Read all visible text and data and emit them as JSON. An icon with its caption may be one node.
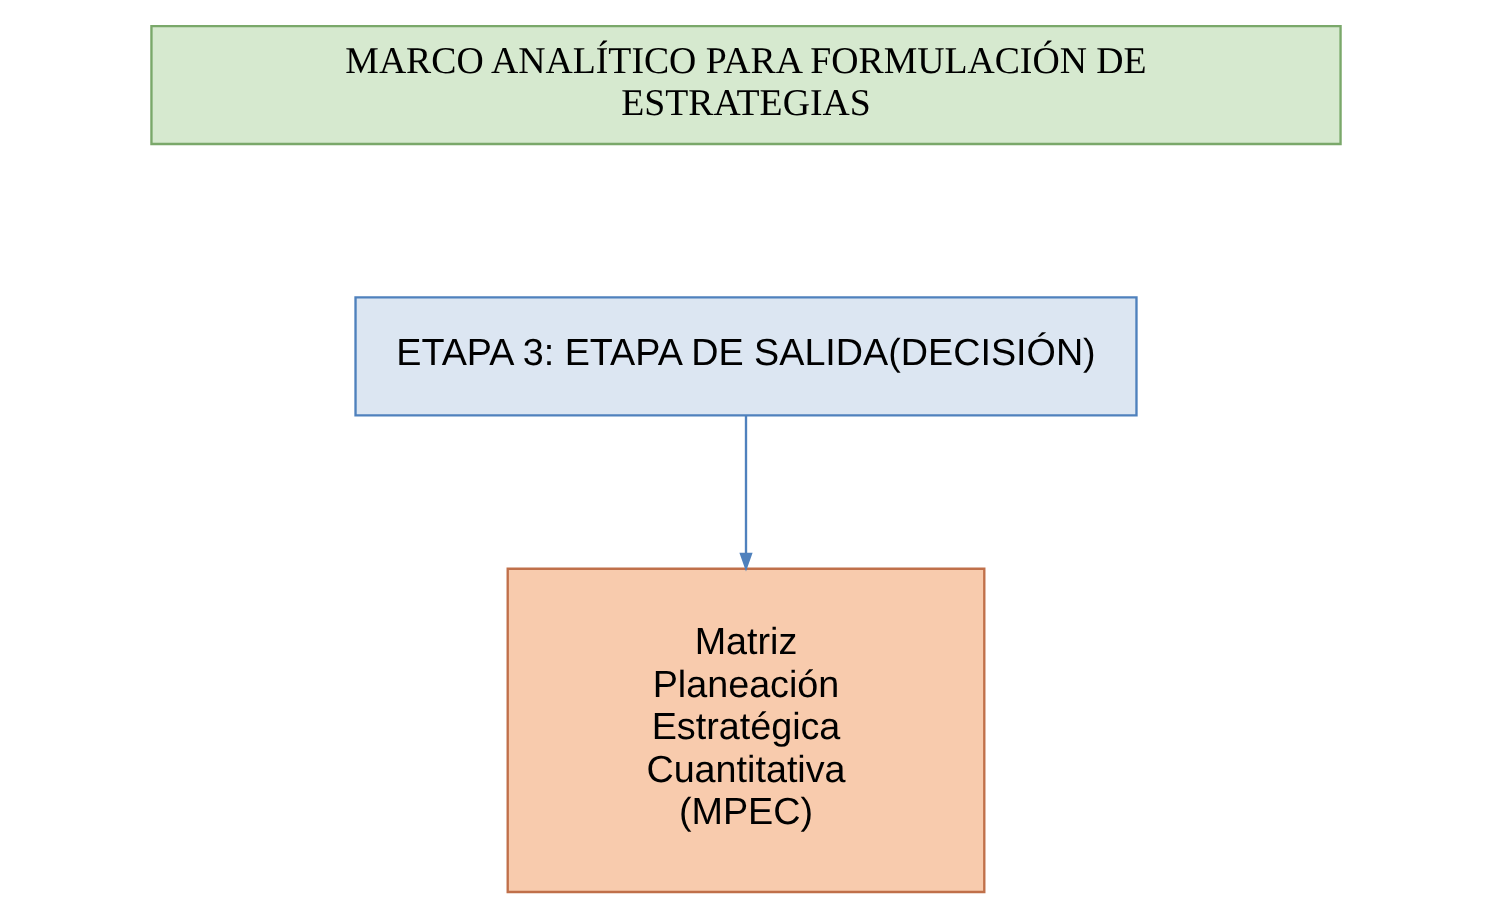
{
  "diagram": {
    "nodes": [
      {
        "text": [
          "MARCO ANALÍTICO PARA FORMULACIÓN DE ESTRATEGIAS"
        ]
      },
      {
        "text": [
          "ETAPA 3: ETAPA DE SALIDA(DECISIÓN)"
        ]
      },
      {
        "text": [
          "Matriz Planeación Estratégica Cuantitativa (MPEC)"
        ]
      }
    ],
    "edges": [
      {
        "from": 1,
        "to": 2,
        "arrow": "to"
      }
    ]
  }
}
